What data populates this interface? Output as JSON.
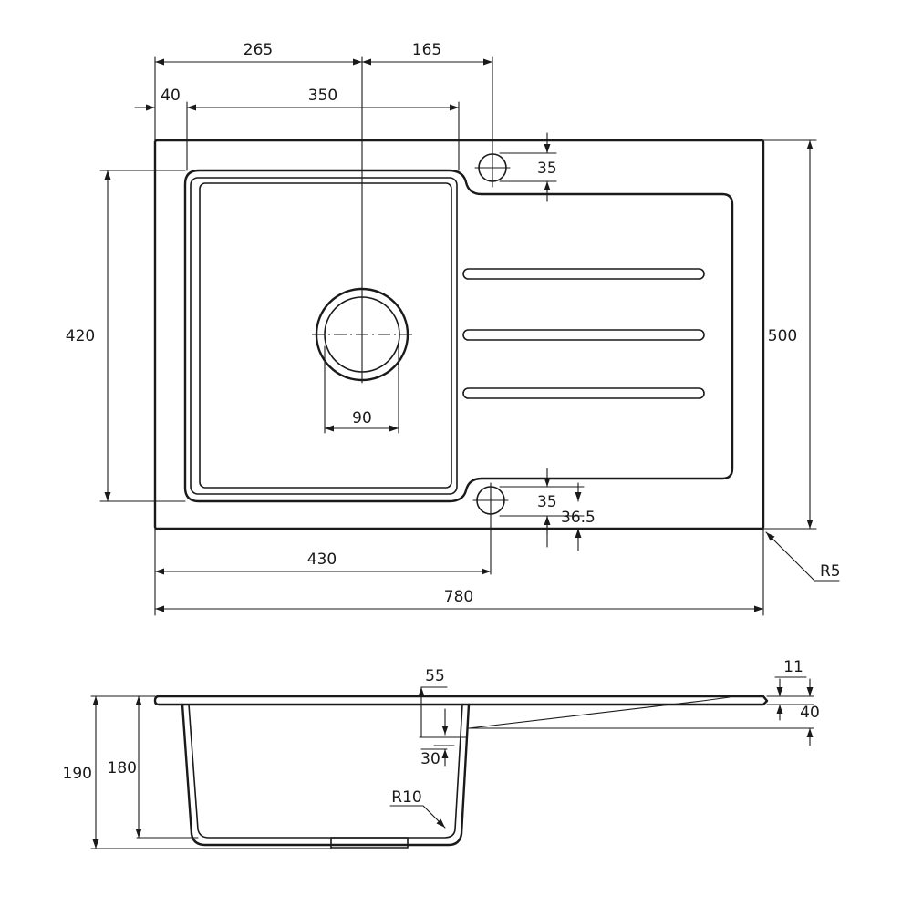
{
  "top_view": {
    "dimensions": {
      "d265": "265",
      "d165": "165",
      "d40": "40",
      "d350": "350",
      "d35_top": "35",
      "d420": "420",
      "d500": "500",
      "d90": "90",
      "d35_bottom": "35",
      "d36_5": "36.5",
      "d430": "430",
      "d780": "780",
      "r5": "R5"
    }
  },
  "side_view": {
    "dimensions": {
      "d55": "55",
      "d11": "11",
      "d40": "40",
      "d30": "30",
      "d190": "190",
      "d180": "180",
      "r10": "R10"
    }
  }
}
